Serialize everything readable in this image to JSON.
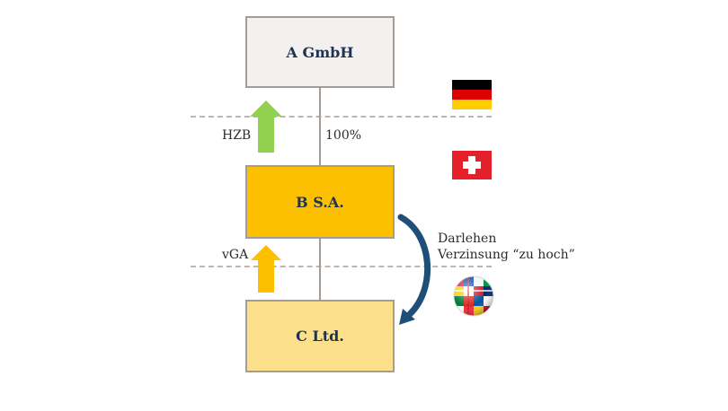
{
  "entities": {
    "a": "A GmbH",
    "b": "B S.A.",
    "c": "C Ltd."
  },
  "labels": {
    "hzb": "HZB",
    "ownership": "100%",
    "vga": "vGA",
    "loan_line1": "Darlehen",
    "loan_line2": "Verzinsung “zu hoch”"
  },
  "icons": {
    "germany": "germany-flag-icon",
    "switzerland": "switzerland-flag-icon",
    "international": "world-flags-globe-icon"
  },
  "colors": {
    "box_a": "#f3f1ef",
    "box_b": "#fcc000",
    "box_c": "#fde08c",
    "arrow_hzb": "#92d050",
    "arrow_vga": "#fcc000",
    "loan_arrow": "#1f4e79"
  }
}
